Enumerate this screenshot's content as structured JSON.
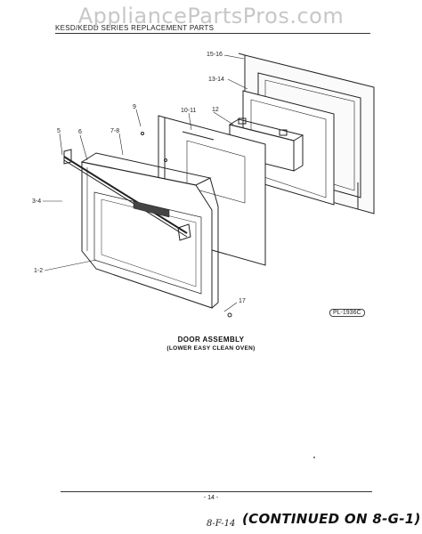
{
  "watermark": "AppliancePartsPros.com",
  "header": {
    "title": "KESD/KEDD SERIES REPLACEMENT PARTS"
  },
  "diagram": {
    "callouts": [
      "15-16",
      "13-14",
      "10-11",
      "12",
      "9",
      "7-8",
      "6",
      "5",
      "3-4",
      "1-2",
      "17"
    ],
    "reference": "PL-1936C"
  },
  "caption": {
    "title": "DOOR ASSEMBLY",
    "subtitle": "(LOWER EASY CLEAN OVEN)"
  },
  "footer": {
    "page": "- 14 -",
    "handwritten_code": "8-F-14",
    "continued": "(CONTINUED ON 8-G-1)"
  }
}
